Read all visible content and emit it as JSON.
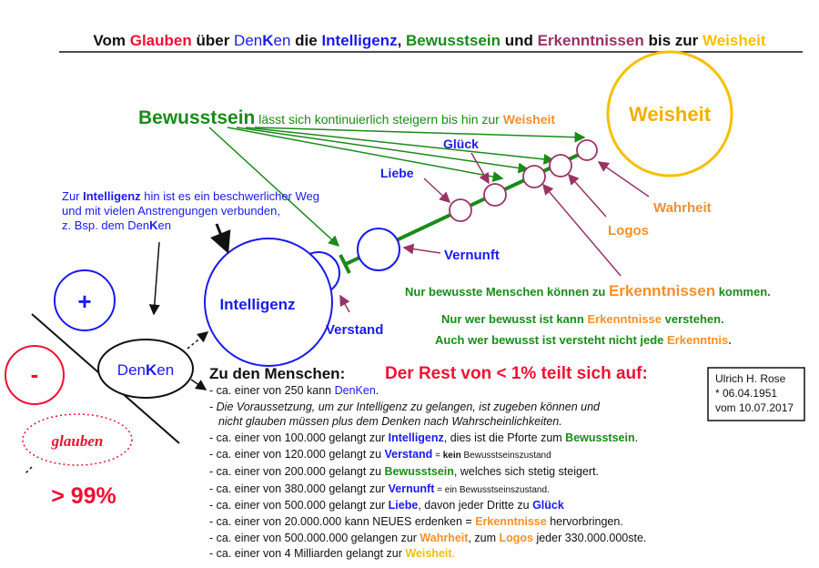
{
  "title": {
    "p1": "Vom ",
    "glauben": "Glauben",
    "p2": " über ",
    "den": "Den",
    "k": "K",
    "en": "en",
    "p3": " die ",
    "intelligenz": "Intelligenz",
    "p4": ", ",
    "bewusstsein": "Bewusstsein",
    "p5": " und ",
    "erkenntnisse": "Erkenntnissen",
    "p6": " bis zur ",
    "weisheit": "Weisheit"
  },
  "top_note": {
    "bold": "Bewusstsein",
    "rest": " lässt sich kontinuierlich steigern bis hin zur ",
    "weisheit": "Weisheit"
  },
  "nodes": {
    "weisheit": "Weisheit",
    "glueck": "Glück",
    "liebe": "Liebe",
    "wahrheit": "Wahrheit",
    "logos": "Logos",
    "vernunft": "Vernunft",
    "verstand": "Verstand",
    "intelligenz": "Intelligenz",
    "denken_a": "Den",
    "denken_k": "K",
    "denken_b": "en",
    "plus": "+",
    "minus": "-",
    "glauben": "glauben",
    "majority": "> 99%"
  },
  "left_note": {
    "l1a": "Zur ",
    "l1b": "Intelligenz",
    "l1c": " hin ist es ein beschwerlicher Weg",
    "l2": "und mit vielen Anstrengungen verbunden,",
    "l3a": "z. Bsp. dem Den",
    "l3b": "K",
    "l3c": "en"
  },
  "green_notes": [
    {
      "a": "Nur bewusste Menschen können zu ",
      "b": "Erkenntnissen",
      "c": " kommen."
    },
    {
      "a": "Nur wer bewusst ist kann ",
      "b": "Erkenntnisse",
      "c": " verstehen."
    },
    {
      "a": "Auch wer bewusst ist versteht nicht jede ",
      "b": "Erkenntnis",
      "c": "."
    }
  ],
  "author": {
    "name": "Ulrich H. Rose",
    "born": "* 06.04.1951",
    "date": "vom 10.07.2017"
  },
  "menschen": {
    "heading": "Zu den Menschen:",
    "rest": "Der Rest von < 1% teilt sich auf:",
    "lines": [
      {
        "a": "- ca. einer von 250 kann ",
        "b": "DenKen",
        "c": "."
      },
      {
        "a": "- Die Voraussetzung, um zur Intelligenz zu gelangen, ist zugeben können und"
      },
      {
        "a": "  nicht glauben müssen plus dem Denken nach Wahrscheinlichkeiten."
      },
      {
        "a": "- ca. einer von 100.000 gelangt zur ",
        "b": "Intelligenz",
        "c": ", dies ist die Pforte zum ",
        "d": "Bewusstsein",
        "e": "."
      },
      {
        "a": "- ca. einer von 120.000 gelangt zu ",
        "b": "Verstand",
        "c": " = ",
        "d": "kein",
        "e": " Bewusstseinszustand"
      },
      {
        "a": "- ca. einer von 200.000 gelangt zu ",
        "b": "Bewusstsein",
        "c": ", welches sich stetig steigert."
      },
      {
        "a": "- ca. einer von 380.000 gelangt zur ",
        "b": "Vernunft",
        "c": " = ein Bewusstseinszustand."
      },
      {
        "a": "- ca. einer von 500.000 gelangt zur ",
        "b": "Liebe",
        "c": ", davon jeder Dritte zu ",
        "d": "Glück"
      },
      {
        "a": "- ca. einer von 20.000.000 kann NEUES erdenken = ",
        "b": "Erkenntnisse",
        "c": " hervorbringen."
      },
      {
        "a": "- ca. einer von 500.000.000 gelangen zur ",
        "b": "Wahrheit",
        "c": ", zum ",
        "d": "Logos",
        "e": " jeder 330.000.000ste."
      },
      {
        "a": "- ca. einer von 4 Milliarden gelangt zur ",
        "b": "Weisheit",
        "c": "."
      }
    ]
  }
}
